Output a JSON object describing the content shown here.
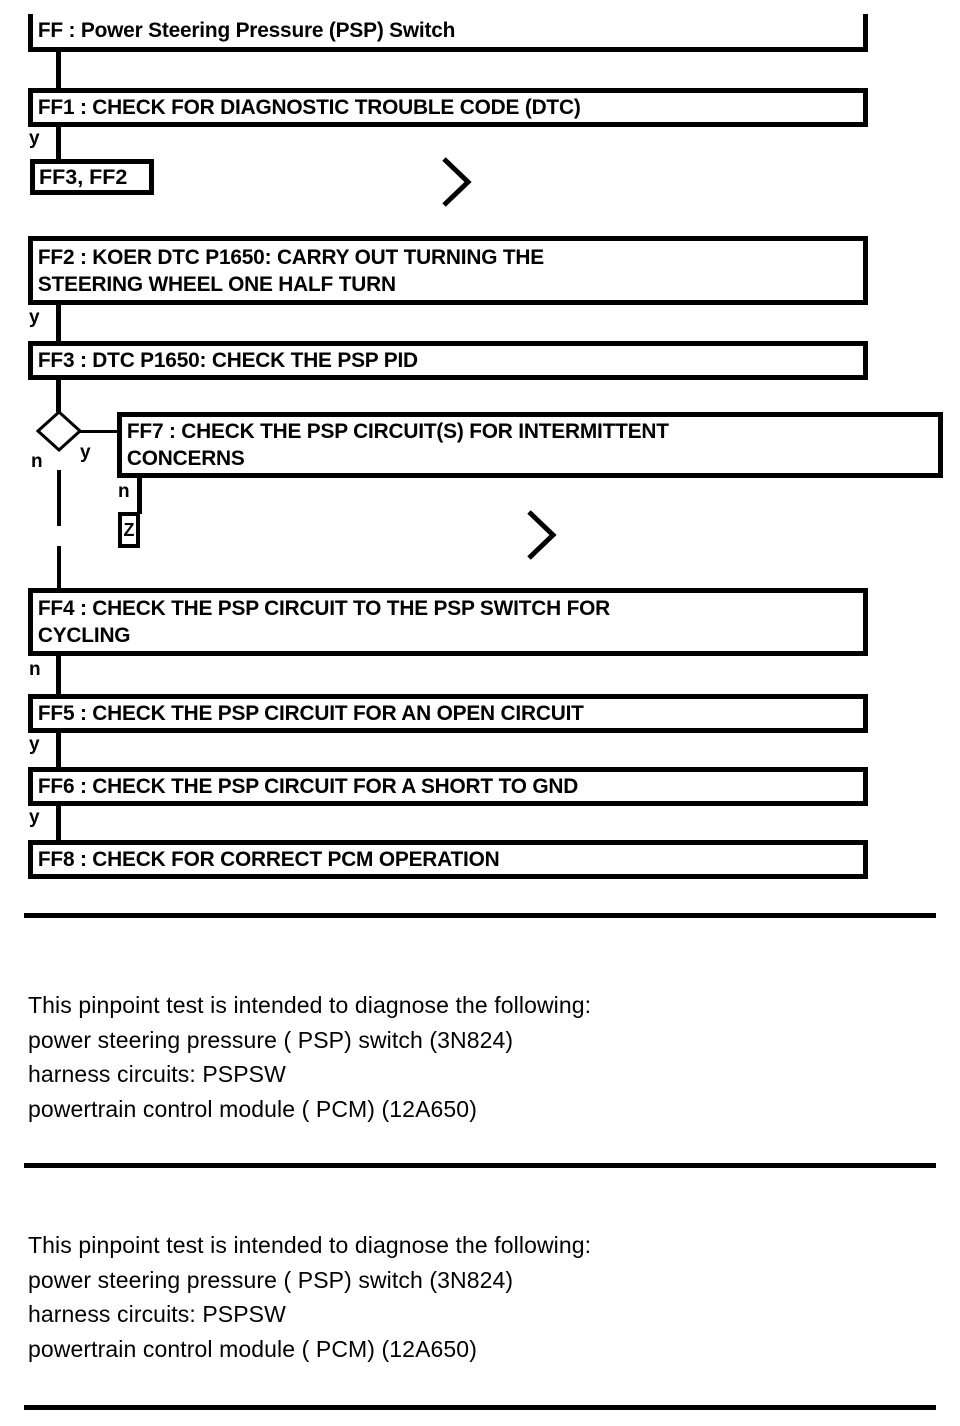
{
  "document": {
    "title": "FF : Power Steering Pressure (PSP) Switch",
    "ink_color": "#000000",
    "background_color": "#ffffff"
  },
  "flowchart": {
    "header": {
      "label": "FF : Power Steering Pressure (PSP) Switch"
    },
    "steps": [
      {
        "id": "FF1",
        "label": "FF1 : CHECK FOR DIAGNOSTIC TROUBLE CODE (DTC)"
      },
      {
        "id": "FF2",
        "label": "FF2 : KOER DTC P1650: CARRY OUT TURNING THE\nSTEERING WHEEL ONE HALF TURN"
      },
      {
        "id": "FF3",
        "label": "FF3 : DTC P1650: CHECK THE PSP PID"
      },
      {
        "id": "FF7",
        "label": "FF7 : CHECK THE PSP CIRCUIT(S) FOR INTERMITTENT\nCONCERNS"
      },
      {
        "id": "FF4",
        "label": "FF4 : CHECK THE PSP CIRCUIT TO THE PSP SWITCH FOR\nCYCLING"
      },
      {
        "id": "FF5",
        "label": "FF5 : CHECK THE PSP CIRCUIT FOR AN OPEN CIRCUIT"
      },
      {
        "id": "FF6",
        "label": "FF6 : CHECK THE PSP CIRCUIT FOR A SHORT TO GND"
      },
      {
        "id": "FF8",
        "label": "FF8 : CHECK FOR CORRECT PCM OPERATION"
      }
    ],
    "reference_box": {
      "label": "FF3, FF2"
    },
    "terminator_box": {
      "label": "Z"
    },
    "branches": {
      "ff1_yes": "y",
      "ff2_yes": "y",
      "diamond_no": "n",
      "diamond_yes": "y",
      "ff7_no": "n",
      "ff4_no": "n",
      "ff5_yes": "y",
      "ff6_yes": "y"
    }
  },
  "notes": [
    {
      "text": "This pinpoint test is intended to diagnose the following:\npower steering pressure ( PSP) switch (3N824)\nharness circuits: PSPSW\npowertrain control module ( PCM) (12A650)"
    },
    {
      "text": "This pinpoint test is intended to diagnose the following:\npower steering pressure ( PSP) switch (3N824)\nharness circuits: PSPSW\npowertrain control module ( PCM) (12A650)"
    }
  ]
}
